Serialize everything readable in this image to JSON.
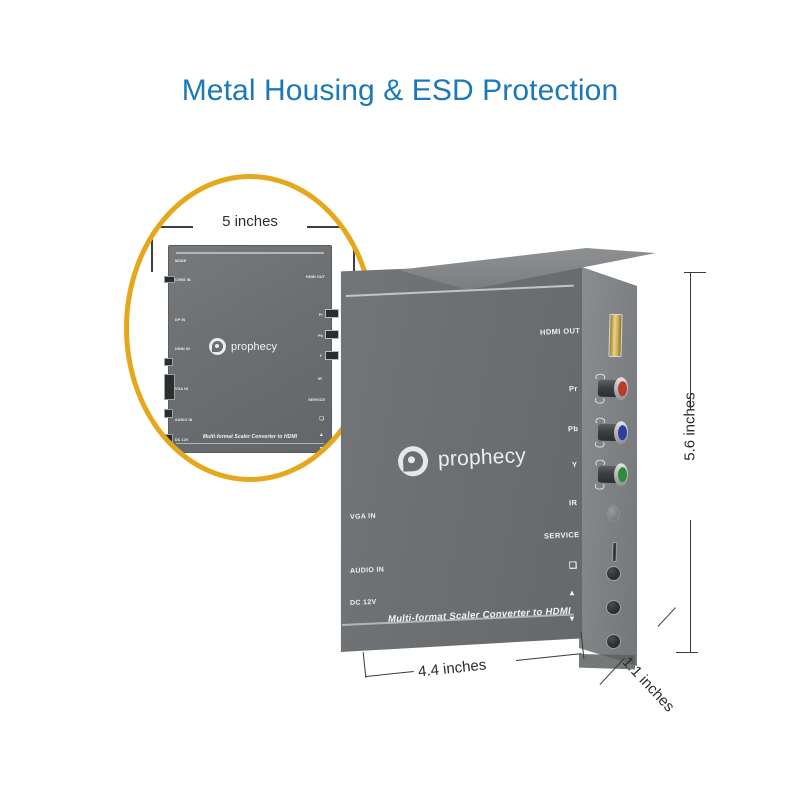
{
  "page": {
    "title": "Metal Housing & ESD Protection",
    "title_color": "#1b78ba",
    "background": "#ffffff",
    "accent_circle_color": "#e5a81c",
    "housing_color": "#6d7072"
  },
  "magnifier": {
    "name": "magnified-top-view",
    "dimension_label": "5 inches"
  },
  "inset_device": {
    "brand": "prophecy",
    "tagline": "Multi-format Scaler Converter to HDMI",
    "left_labels": [
      "MODE",
      "CVBS IN",
      "DP IN",
      "HDMI IN",
      "VGA IN",
      "AUDIO IN",
      "DC 12V"
    ],
    "right_labels": [
      "HDMI OUT",
      "Pr",
      "Pb",
      "Y",
      "IR",
      "SERVICE",
      "DISPLAY",
      "UP",
      "DOWN"
    ],
    "right_icon_glyphs": [
      "",
      "",
      "",
      "",
      "",
      "",
      "❑",
      "▲",
      "▼"
    ]
  },
  "device": {
    "brand": "prophecy",
    "tagline": "Multi-format Scaler Converter to HDMI",
    "front_left_labels": [
      {
        "text": "VGA IN",
        "name": "label-vga-in"
      },
      {
        "text": "AUDIO IN",
        "name": "label-audio-in"
      },
      {
        "text": "DC 12V",
        "name": "label-dc-12v"
      }
    ],
    "front_right_labels": [
      {
        "text": "HDMI OUT",
        "name": "label-hdmi-out"
      },
      {
        "text": "Pr",
        "name": "label-pr"
      },
      {
        "text": "Pb",
        "name": "label-pb"
      },
      {
        "text": "Y",
        "name": "label-y"
      },
      {
        "text": "IR",
        "name": "label-ir"
      },
      {
        "text": "SERVICE",
        "name": "label-service"
      },
      {
        "text": "❑",
        "name": "label-display-icon"
      },
      {
        "text": "▲",
        "name": "label-up-arrow"
      },
      {
        "text": "▼",
        "name": "label-down-arrow"
      }
    ],
    "connectors": {
      "hdmi_out": "HDMI OUT",
      "rca": [
        {
          "label": "Pr",
          "color": "#c0392b"
        },
        {
          "label": "Pb",
          "color": "#2b3fa0"
        },
        {
          "label": "Y",
          "color": "#2e8b3d"
        }
      ],
      "ir_sensor": "IR",
      "service_port": "SERVICE",
      "buttons": [
        "DISPLAY",
        "UP",
        "DOWN"
      ]
    }
  },
  "dimensions": {
    "width": "4.4 inches",
    "height": "5.6 inches",
    "depth": "1.1 inches",
    "inset_width": "5 inches"
  }
}
